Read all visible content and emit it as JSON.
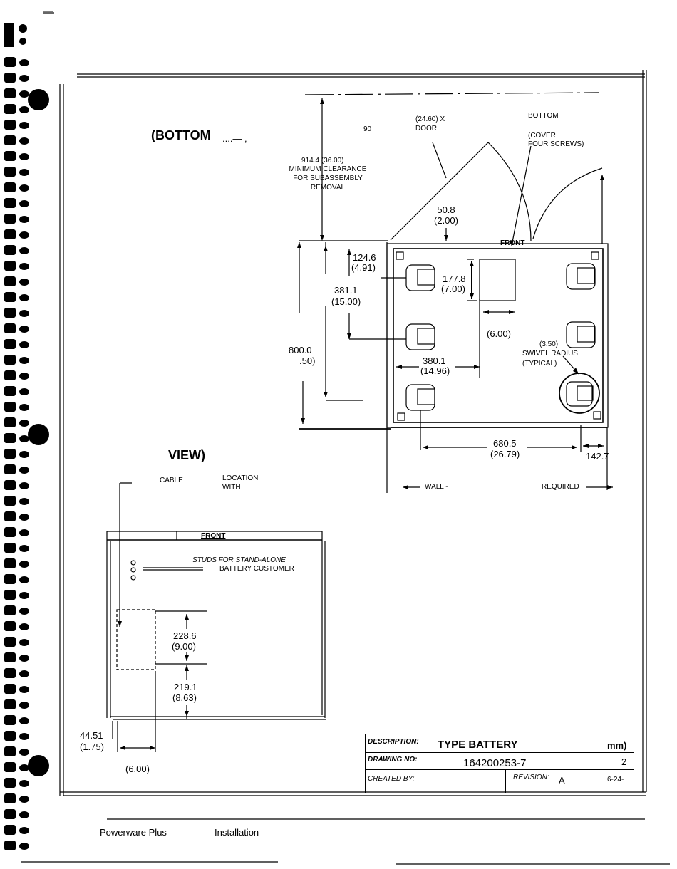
{
  "top_dash": "—",
  "views": {
    "bottom_view": {
      "title_left": "(BOTTOM",
      "title_ellipsis": "....— ,",
      "title_right": "VIEW)",
      "clearance_label": "914.4 (36.00)",
      "clearance_lines": [
        "MINIMUM CLEARANCE",
        "FOR SUBASSEMBLY",
        "REMOVAL"
      ],
      "door_dims": "(24.60) X",
      "door_label": "DOOR",
      "angle": "90",
      "bottom_label": "BOTTOM",
      "cover_lines": [
        "(COVER",
        "FOUR SCREWS)"
      ],
      "front_label": "FRONT",
      "dim_50_8": "50.8",
      "dim_2_00": "(2.00)",
      "dim_124_6": "124.6",
      "dim_4_91": "(4.91)",
      "dim_177_8": "177.8",
      "dim_7_00": "(7.00)",
      "dim_381_1": "381.1",
      "dim_15_00": "(15.00)",
      "dim_6_00": "(6.00)",
      "dim_800_0": "800.0",
      "dim_50": ".50)",
      "dim_380_1": "380.1",
      "dim_14_96": "(14.96)",
      "dim_3_50": "(3.50)",
      "swivel_lines": [
        "SWIVEL RADIUS",
        "(TYPICAL)"
      ],
      "dim_680_5": "680.5",
      "dim_26_79": "(26.79)",
      "dim_142_7": "142.7",
      "wall_label": "WALL -",
      "required_label": "REQUIRED"
    },
    "cable_view": {
      "cable_label": "CABLE",
      "location_label": "LOCATION",
      "with_label": "WITH",
      "front_label": "FRONT",
      "studs_label": "STUDS FOR STAND-ALONE",
      "battery_customer": "BATTERY CUSTOMER",
      "dim_228_6": "228.6",
      "dim_9_00": "(9.00)",
      "dim_219_1": "219.1",
      "dim_8_63": "(8.63)",
      "dim_44_51": "44.51",
      "dim_1_75": "(1.75)",
      "dim_6_00": "(6.00)"
    }
  },
  "title_block": {
    "description_label": "DESCRIPTION:",
    "description_value": "TYPE   BATTERY",
    "description_unit": "mm)",
    "drawing_no_label": "DRAWING NO:",
    "drawing_no_value": "164200253-7",
    "drawing_no_suffix": "2",
    "created_by_label": "CREATED BY:",
    "revision_label": "REVISION:",
    "revision_value": "A",
    "date_value": "6-24-"
  },
  "footer": {
    "product": "Powerware Plus",
    "section": "Installation"
  }
}
